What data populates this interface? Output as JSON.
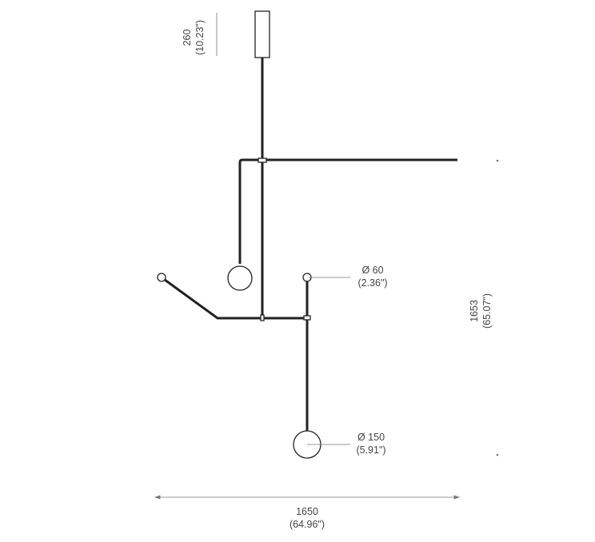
{
  "dimensions": {
    "canopy_height": {
      "mm": "260",
      "inch": "(10.23\")"
    },
    "total_height": {
      "mm": "1653",
      "inch": "(65.07\")"
    },
    "total_width": {
      "mm": "1650",
      "inch": "(64.96\")"
    },
    "small_globe": {
      "mm": "Ø 60",
      "inch": "(2.36\")"
    },
    "large_globe": {
      "mm": "Ø 150",
      "inch": "(5.91\")"
    }
  },
  "colors": {
    "line": "#222222",
    "dimension": "#777777"
  }
}
